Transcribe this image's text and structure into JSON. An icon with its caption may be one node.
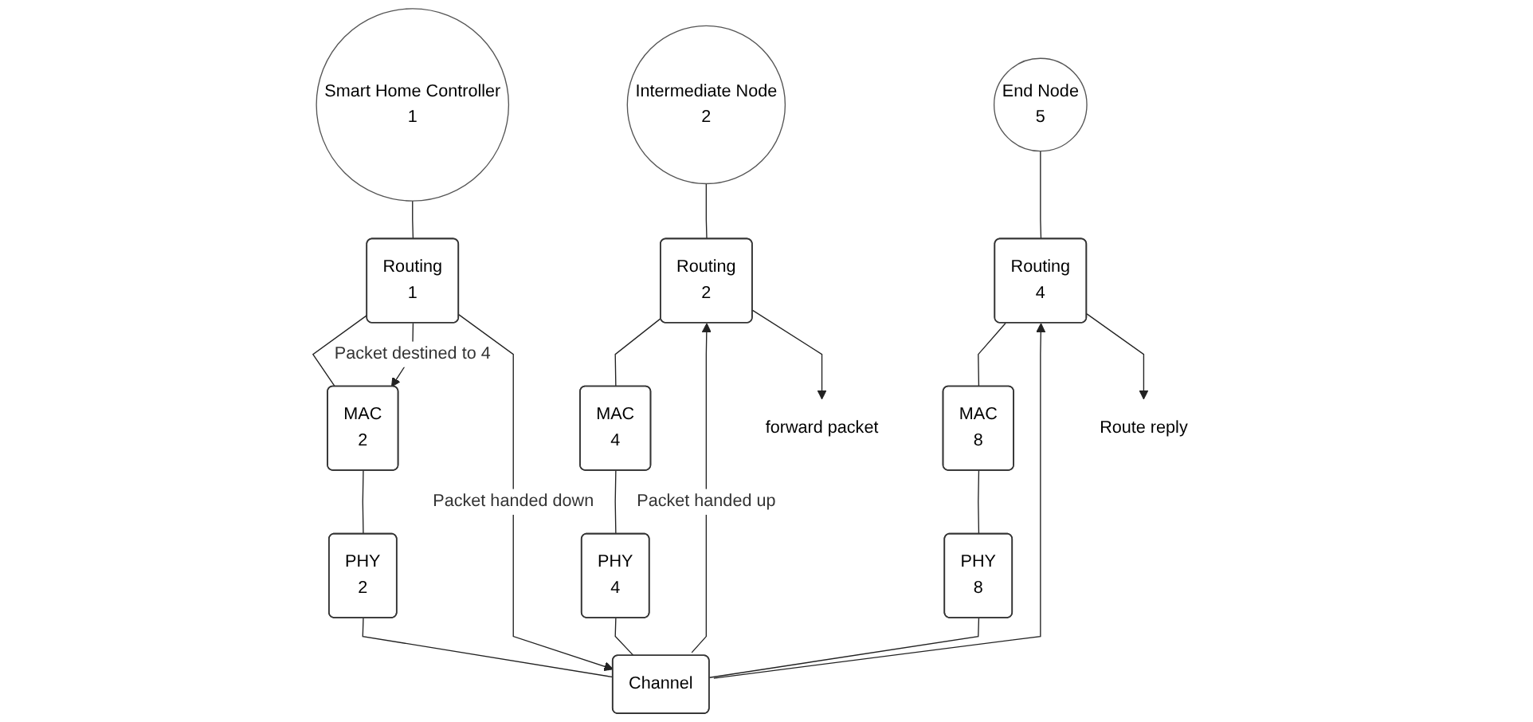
{
  "diagram": {
    "nodes": [
      {
        "text": [
          "Smart Home Controller",
          "1"
        ]
      },
      {
        "text": [
          "Routing",
          "1"
        ]
      },
      {
        "text": [
          "MAC",
          "2"
        ]
      },
      {
        "text": [
          "PHY",
          "2"
        ]
      },
      {
        "text": [
          "Intermediate Node",
          "2"
        ]
      },
      {
        "text": [
          "Routing",
          "2"
        ]
      },
      {
        "text": [
          "MAC",
          "4"
        ]
      },
      {
        "text": [
          "PHY",
          "4"
        ]
      },
      {
        "text": [
          "End Node",
          "5"
        ]
      },
      {
        "text": [
          "Routing",
          "4"
        ]
      },
      {
        "text": [
          "MAC",
          "8"
        ]
      },
      {
        "text": [
          "PHY",
          "8"
        ]
      },
      {
        "text": [
          "Channel"
        ]
      },
      {
        "text": [
          "forward packet"
        ]
      },
      {
        "text": [
          "Route reply"
        ]
      }
    ],
    "edges": [
      {
        "from": 0,
        "to": 1,
        "arrow": "none"
      },
      {
        "from": 1,
        "to": 2,
        "arrow": "none"
      },
      {
        "from": 2,
        "to": 3,
        "arrow": "none"
      },
      {
        "from": 3,
        "to": 12,
        "arrow": "none"
      },
      {
        "from": 1,
        "to": 2,
        "arrow": "to",
        "label": "Packet destined to 4"
      },
      {
        "from": 1,
        "to": 12,
        "arrow": "to",
        "label": "Packet handed down"
      },
      {
        "from": 4,
        "to": 5,
        "arrow": "none"
      },
      {
        "from": 5,
        "to": 6,
        "arrow": "none"
      },
      {
        "from": 6,
        "to": 7,
        "arrow": "none"
      },
      {
        "from": 7,
        "to": 12,
        "arrow": "none"
      },
      {
        "from": 12,
        "to": 5,
        "arrow": "to",
        "label": "Packet handed up"
      },
      {
        "from": 5,
        "to": 13,
        "arrow": "to"
      },
      {
        "from": 8,
        "to": 9,
        "arrow": "none"
      },
      {
        "from": 9,
        "to": 10,
        "arrow": "none"
      },
      {
        "from": 10,
        "to": 11,
        "arrow": "none"
      },
      {
        "from": 11,
        "to": 12,
        "arrow": "none"
      },
      {
        "from": 12,
        "to": 9,
        "arrow": "to"
      },
      {
        "from": 9,
        "to": 14,
        "arrow": "to"
      }
    ]
  }
}
